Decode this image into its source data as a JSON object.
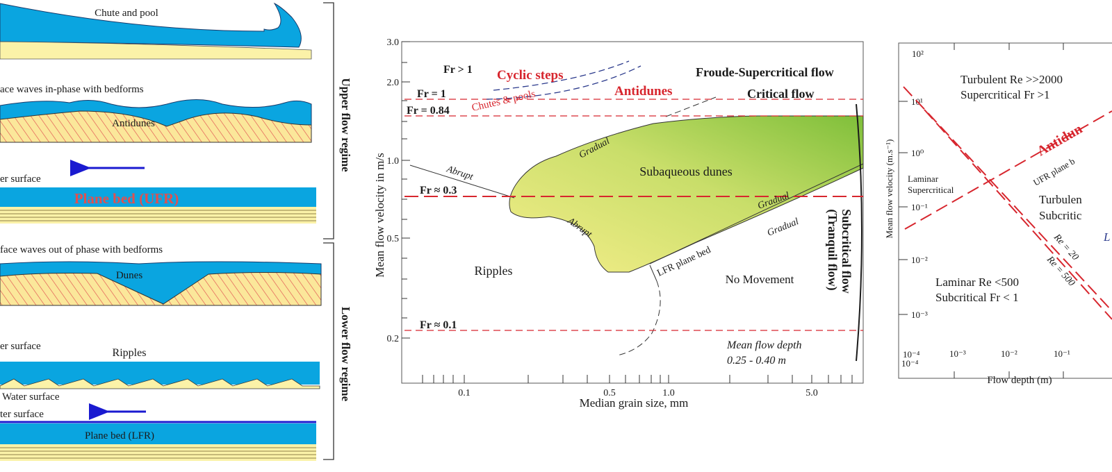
{
  "left_panel": {
    "panels": [
      {
        "caption": "Chute and pool",
        "label": ""
      },
      {
        "caption": "ace waves in-phase with bedforms",
        "label": "Antidunes"
      },
      {
        "caption": "er surface",
        "label": "Plane bed (UFR)"
      },
      {
        "caption": "face waves out of phase with bedforms",
        "label": "Dunes"
      },
      {
        "caption": "er surface",
        "label": "Ripples"
      },
      {
        "caption": "Water surface",
        "caption2": "ter surface",
        "label": "Plane bed (LFR)"
      }
    ],
    "upper_regime": "Upper flow regime",
    "lower_regime": "Lower flow regime",
    "colors": {
      "water": "#0aa5e0",
      "sand": "#fbf2a8",
      "hatch": "#e04545",
      "arrow": "#1a1ad0",
      "label_red": "#d7262e"
    }
  },
  "middle_chart": {
    "xlabel": "Median grain size, mm",
    "ylabel": "Mean flow velocity in m/s",
    "x_ticks": [
      "0.1",
      "0.5",
      "1.0",
      "5.0"
    ],
    "y_ticks": [
      "3.0",
      "2.0",
      "1.0",
      "0.5",
      "0.2"
    ],
    "froude_lines": [
      "Fr = 1",
      "Fr = 0.84",
      "Fr ≈ 0.3",
      "Fr ≈ 0.1"
    ],
    "labels": {
      "fr_gt1": "Fr > 1",
      "cyclic": "Cyclic steps",
      "chutes": "Chutes & pools",
      "antidunes": "Antidunes",
      "froude_super": "Froude-Supercritical flow",
      "critical": "Critical flow",
      "subaqueous": "Subaqueous dunes",
      "ripples": "Ripples",
      "no_movement": "No Movement",
      "lfr": "LFR plane bed",
      "subcritical": "Subcritical flow",
      "tranquil": "(Tranquil flow)",
      "depth_title": "Mean flow depth",
      "depth_value": "0.25 - 0.40 m",
      "abrupt": "Abrupt",
      "gradual": "Gradual"
    },
    "colors": {
      "dunes_start": "#f5ee8a",
      "dunes_end": "#8cc63f",
      "dash": "#d7262e",
      "blue_dash": "#2b3a8c"
    }
  },
  "right_chart": {
    "xlabel": "Flow depth (m)",
    "ylabel": "Mean flow velocity (m.s⁻¹)",
    "x_ticks": [
      "10⁻⁴",
      "10⁻³",
      "10⁻²",
      "10⁻¹"
    ],
    "y_ticks": [
      "10²",
      "10¹",
      "10⁰",
      "10⁻¹",
      "10⁻²",
      "10⁻³",
      "10⁻⁴"
    ],
    "turbulent_super_1": "Turbulent Re >>2000",
    "turbulent_super_2": "Supercritical Fr >1",
    "laminar_super_1": "Laminar",
    "laminar_super_2": "Supercritical",
    "laminar_sub_1": "Laminar Re <500",
    "laminar_sub_2": "Subcritical Fr < 1",
    "turbulent_sub_1": "Turbulen",
    "turbulent_sub_2": "Subcritic",
    "antidunes_partial": "Antidun",
    "ufr_partial": "UFR plane b",
    "re2000_partial": "Re = 20",
    "re500_partial": "Re = 500",
    "blue_partial": "L"
  }
}
